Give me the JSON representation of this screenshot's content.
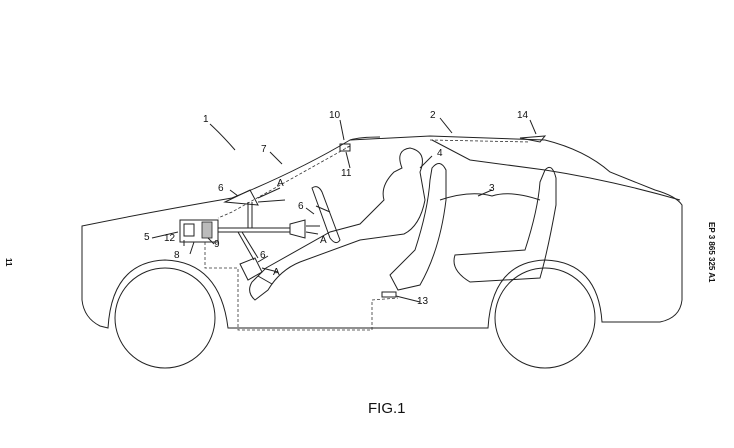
{
  "figure": {
    "caption": "FIG.1",
    "page_number": "11",
    "publication_number": "EP 3 865 325 A1"
  },
  "labels": {
    "vehicle": "1",
    "roof": "2",
    "seats": "3",
    "occupant": "4",
    "system": "5",
    "emitter_a": "6",
    "emitter_b": "6",
    "emitter_c": "6",
    "windshield": "7",
    "control_unit": "8",
    "module_9": "9",
    "sensor_10": "10",
    "sensor_11": "11",
    "module_12": "12",
    "sensor_13": "13",
    "element_14": "14",
    "airflow_a": "A",
    "airflow_b": "A",
    "airflow_c": "A"
  }
}
